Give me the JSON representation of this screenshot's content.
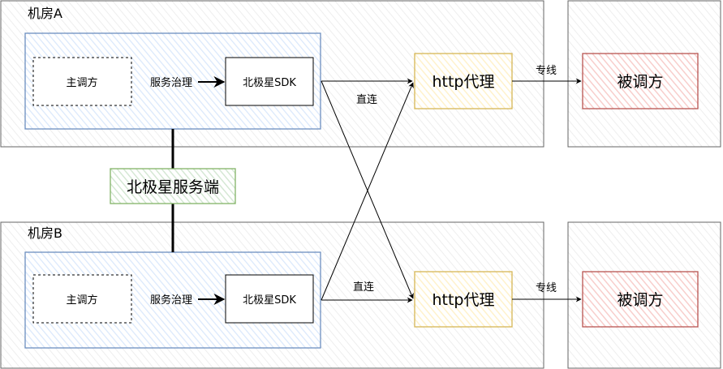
{
  "room_a": {
    "title": "机房A",
    "caller": "主调方",
    "governance": "服务治理",
    "sdk": "北极星SDK",
    "direct": "直连",
    "proxy": "http代理",
    "dedicated_line": "专线",
    "callee": "被调方"
  },
  "room_b": {
    "title": "机房B",
    "caller": "主调方",
    "governance": "服务治理",
    "sdk": "北极星SDK",
    "direct": "直连",
    "proxy": "http代理",
    "dedicated_line": "专线",
    "callee": "被调方"
  },
  "server": {
    "label": "北极星服务端"
  },
  "colors": {
    "app_fill": "#dae8fc",
    "app_stroke": "#6c8ebf",
    "proxy_fill": "#fff2cc",
    "proxy_stroke": "#d6b656",
    "callee_fill": "#f8cecc",
    "callee_stroke": "#b85450",
    "server_fill": "#d5e8d4",
    "server_stroke": "#82b366",
    "room_fill": "#f5f5f5",
    "room_stroke": "#666666"
  }
}
